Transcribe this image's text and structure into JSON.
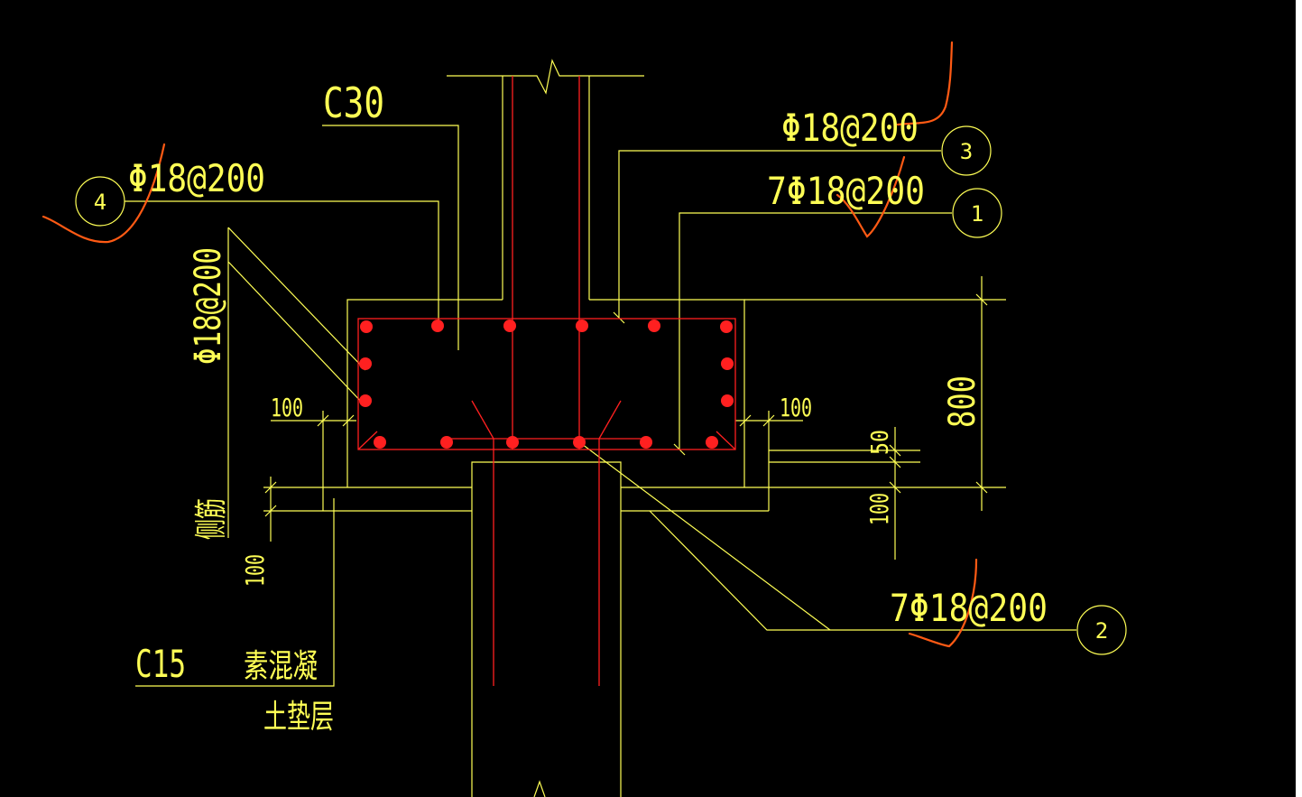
{
  "colors": {
    "background": "#000000",
    "line": "#ffff55",
    "rebar": "#ff2020",
    "markup": "#ff5a14",
    "edge": "#ffffff"
  },
  "labels": {
    "concrete_beam": "C30",
    "concrete_cushion": "C15",
    "cushion_desc_1": "素混凝",
    "cushion_desc_2": "土垫层",
    "side_bar": "侧筋",
    "rebar_3": "Φ18@200",
    "rebar_1": "7Φ18@200",
    "rebar_4": "Φ18@200",
    "rebar_2": "7Φ18@200",
    "rebar_vertical": "Φ18@200",
    "dim_height": "800",
    "dim_left_cover": "100",
    "dim_right_cover": "100",
    "dim_top_small": "50",
    "dim_bottom_right": "100",
    "dim_bottom_left": "100"
  },
  "callouts": {
    "c1": "1",
    "c2": "2",
    "c3": "3",
    "c4": "4"
  }
}
